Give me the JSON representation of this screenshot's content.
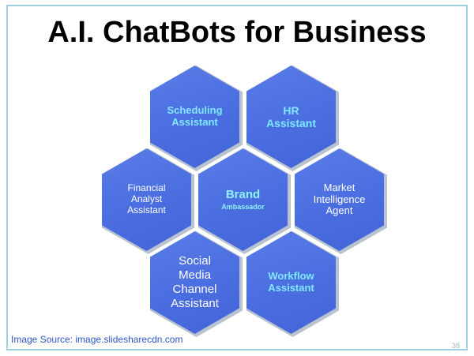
{
  "title": "A.I. ChatBots for Business",
  "hexagons": {
    "scheduling": {
      "line1": "Scheduling",
      "line2": "Assistant"
    },
    "hr": {
      "line1": "HR",
      "line2": "Assistant"
    },
    "financial": {
      "line1": "Financial",
      "line2": "Analyst",
      "line3": "Assistant"
    },
    "brand": {
      "line1": "Brand",
      "line2": "Ambassador"
    },
    "market": {
      "line1": "Market",
      "line2": "Intelligence",
      "line3": "Agent"
    },
    "social": {
      "line1": "Social",
      "line2": "Media",
      "line3": "Channel",
      "line4": "Assistant"
    },
    "workflow": {
      "line1": "Workflow",
      "line2": "Assistant"
    }
  },
  "source_caption": "Image Source: image.slidesharecdn.com",
  "page_number": "38",
  "colors": {
    "hex_fill": "#4a6de0",
    "cyan_text": "#7fe8ff",
    "source_text": "#2f56c8",
    "frame": "#9fd0dd"
  }
}
